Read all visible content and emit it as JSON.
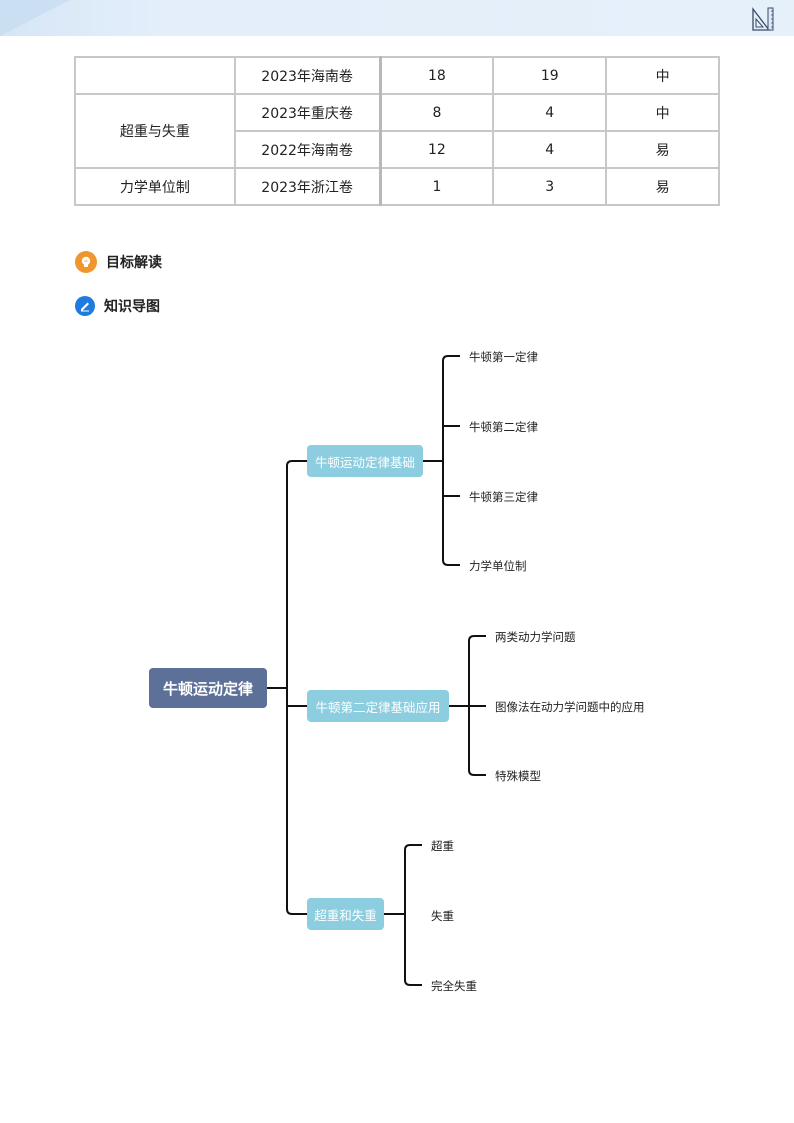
{
  "header": {
    "icon": "ruler-triangle-icon",
    "accent_color": "#e3eefa"
  },
  "table": {
    "rows": [
      {
        "topic": "",
        "paper": "2023年海南卷",
        "question": "18",
        "score": "19",
        "difficulty": "中"
      },
      {
        "topic": "超重与失重",
        "paper": "2023年重庆卷",
        "question": "8",
        "score": "4",
        "difficulty": "中"
      },
      {
        "topic": "",
        "paper": "2022年海南卷",
        "question": "12",
        "score": "4",
        "difficulty": "易"
      },
      {
        "topic": "力学单位制",
        "paper": "2023年浙江卷",
        "question": "1",
        "score": "3",
        "difficulty": "易"
      }
    ]
  },
  "sections": [
    {
      "title": "目标解读",
      "icon": "lightbulb-icon",
      "color": "#f0962d"
    },
    {
      "title": "知识导图",
      "icon": "pencil-icon",
      "color": "#1f7be0"
    }
  ],
  "mindmap": {
    "root": "牛顿运动定律",
    "root_color": "#5d7097",
    "branch_color": "#8ccde0",
    "branches": [
      {
        "label": "牛顿运动定律基础",
        "children": [
          "牛顿第一定律",
          "牛顿第二定律",
          "牛顿第三定律",
          "力学单位制"
        ]
      },
      {
        "label": "牛顿第二定律基础应用",
        "children": [
          "两类动力学问题",
          "图像法在动力学问题中的应用",
          "特殊模型"
        ]
      },
      {
        "label": "超重和失重",
        "children": [
          "超重",
          "失重",
          "完全失重"
        ]
      }
    ]
  }
}
